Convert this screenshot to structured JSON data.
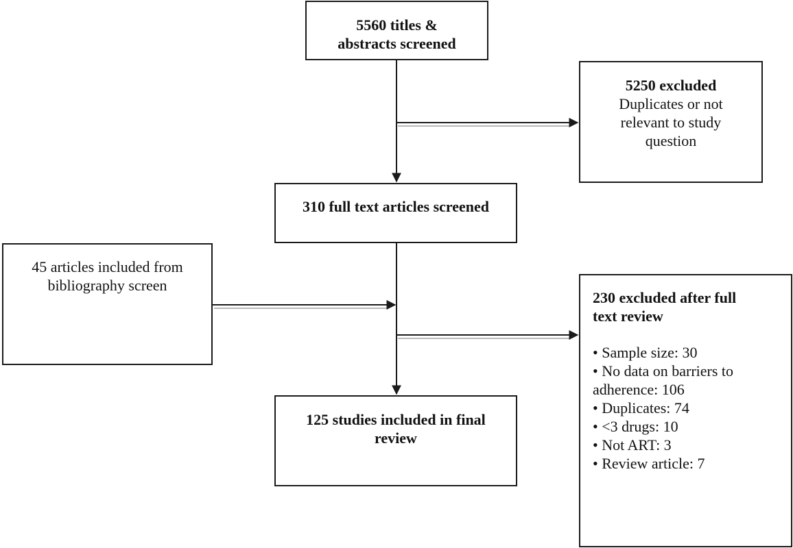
{
  "nodes": {
    "screened": {
      "lines": [
        "5560 titles &",
        "abstracts screened"
      ]
    },
    "excluded_first": {
      "title": "5250 excluded",
      "lines": [
        "Duplicates or not",
        "relevant to study",
        "question"
      ]
    },
    "fulltext": {
      "lines": [
        "310 full text articles screened"
      ]
    },
    "bibliography": {
      "lines": [
        "45 articles included from",
        "bibliography screen"
      ]
    },
    "excluded_second": {
      "title_lines": [
        "230 excluded after full",
        "text review"
      ],
      "items": [
        "• Sample size: 30",
        "• No data on barriers to",
        "adherence: 106",
        "• Duplicates: 74",
        "• <3 drugs: 10",
        "• Not ART: 3",
        "• Review article: 7"
      ]
    },
    "final": {
      "lines": [
        "125 studies included in final",
        "review"
      ]
    }
  },
  "colors": {
    "line": "#1a1a1a",
    "shadow": "#b8b8b8"
  }
}
